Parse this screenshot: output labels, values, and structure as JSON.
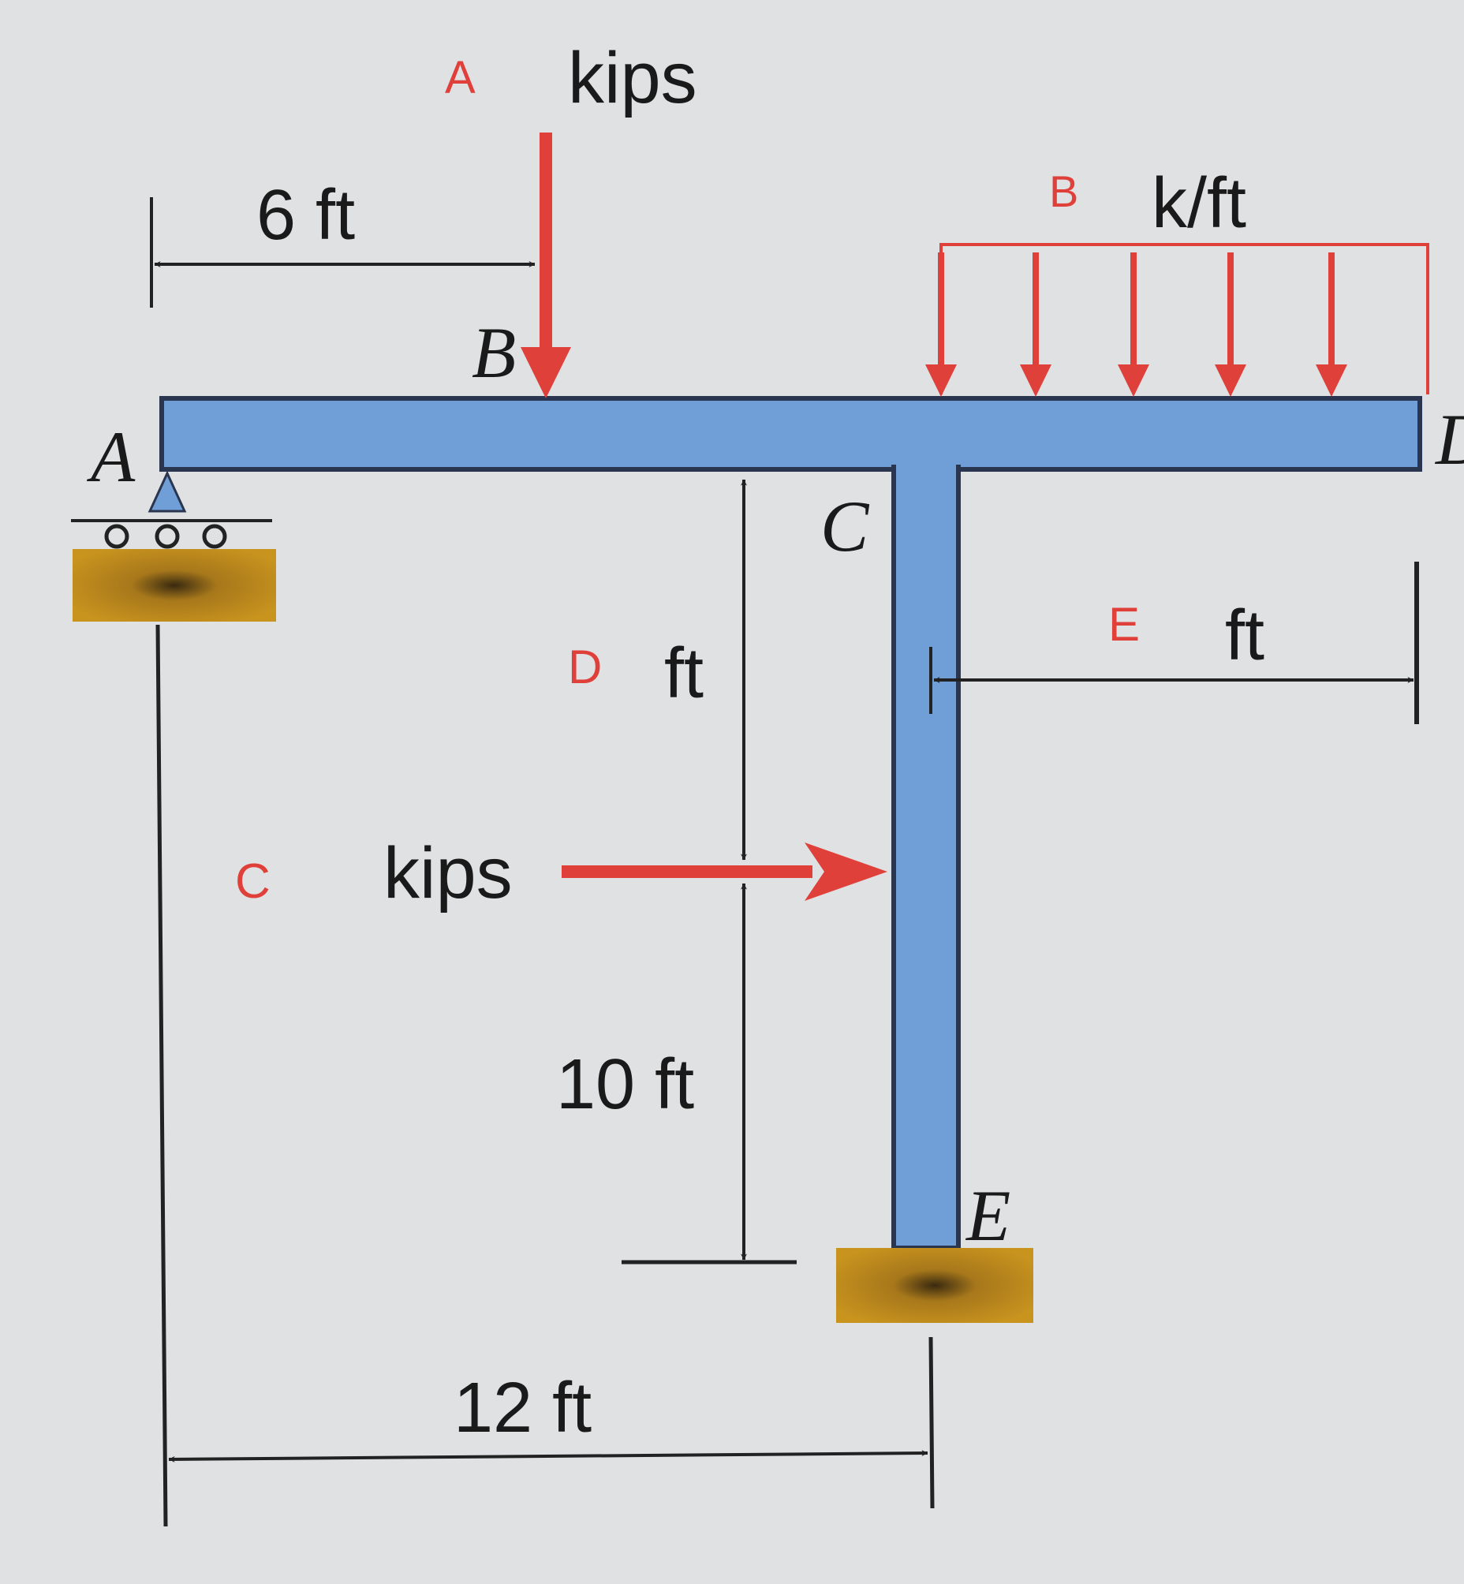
{
  "diagram": {
    "loads": {
      "point_load": {
        "symbol": "A",
        "unit": "kips"
      },
      "distributed_load": {
        "symbol": "B",
        "unit": "k/ft"
      },
      "horizontal_load": {
        "symbol": "C",
        "unit": "kips"
      }
    },
    "dimensions": {
      "a_to_b": "6 ft",
      "vertical_upper": {
        "symbol": "D",
        "unit": "ft"
      },
      "vertical_lower": "10 ft",
      "horizontal_right": {
        "symbol": "E",
        "unit": "ft"
      },
      "a_to_e": "12 ft"
    },
    "points": {
      "a": "A",
      "b": "B",
      "c": "C",
      "d": "D",
      "e": "E"
    },
    "colors": {
      "background": "#dfe1e2",
      "member_fill": "#6f9fd6",
      "member_stroke": "#2a3550",
      "load": "#e0403a",
      "support": "#c9941e",
      "dimension": "#222222"
    }
  }
}
